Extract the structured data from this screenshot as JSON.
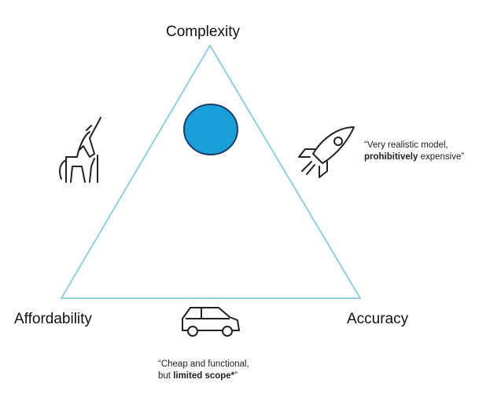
{
  "vertices": {
    "top": "Complexity",
    "left": "Affordability",
    "right": "Accuracy"
  },
  "quotes": {
    "rocket": {
      "line1": "“Very realistic model,",
      "bold": "prohibitively",
      "rest": " expensive”"
    },
    "car": {
      "line1": "“Cheap and functional,",
      "pre": "but ",
      "bold": "limited scope*",
      "post": "”"
    }
  },
  "icons": {
    "unicorn": "unicorn-icon",
    "rocket": "rocket-icon",
    "car": "car-icon"
  },
  "colors": {
    "triangle": "#8fd0e3",
    "marker_fill": "#1aa0d8",
    "marker_stroke": "#1a3c6e"
  }
}
